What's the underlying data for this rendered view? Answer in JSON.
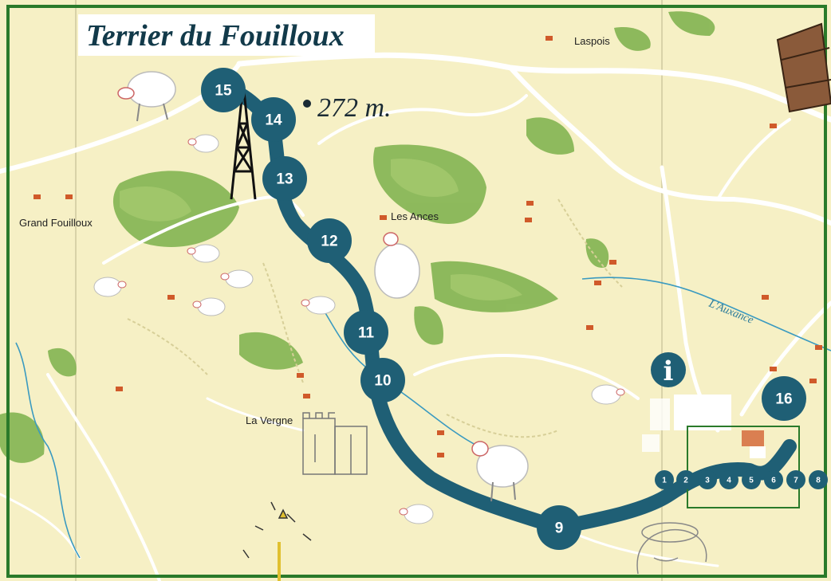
{
  "map": {
    "title": "Terrier du Fouilloux",
    "altitude": "272 m.",
    "places": [
      {
        "name": "Laspois"
      },
      {
        "name": "Grand Fouilloux"
      },
      {
        "name": "Les Ances"
      },
      {
        "name": "La Vergne"
      }
    ],
    "river": "L'Auxance",
    "route_color": "#1f5f75",
    "frame_color": "#2a7a2a",
    "stops_large": [
      "9",
      "10",
      "11",
      "12",
      "13",
      "14",
      "15",
      "16"
    ],
    "stops_small": [
      "1",
      "2",
      "3",
      "4",
      "5",
      "6",
      "7",
      "8"
    ],
    "info_icon": "info-icon"
  }
}
